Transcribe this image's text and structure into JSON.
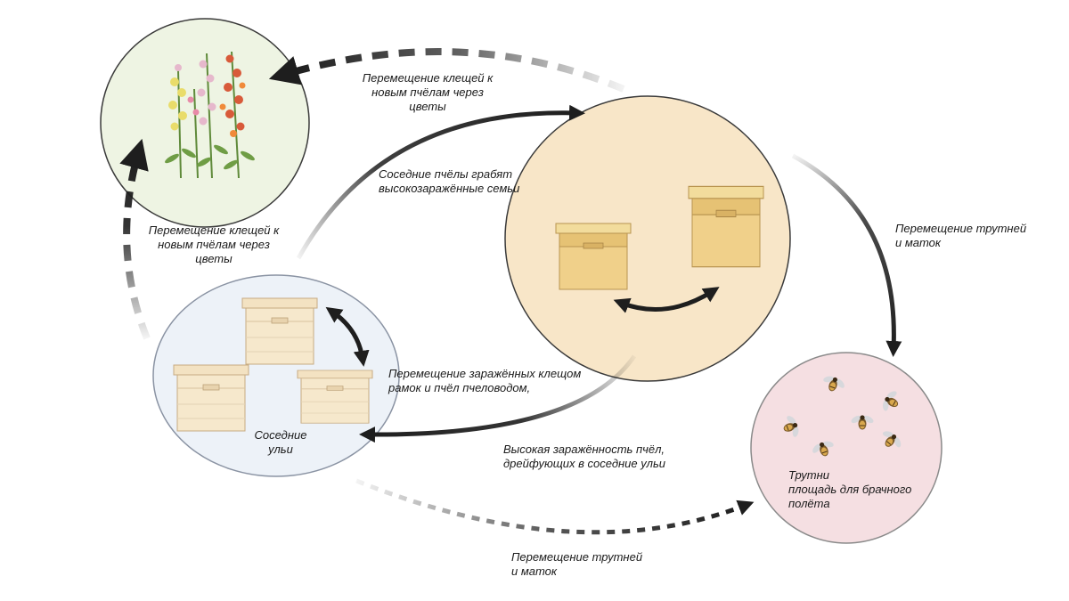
{
  "nodes": {
    "flowers": {
      "name": "flowers"
    },
    "apiary": {
      "name": "apiary"
    },
    "neighbor_hives": {
      "label": "Соседние\nульи"
    },
    "drone_area": {
      "label": "Трутни\nплощадь для брачного\nполёта"
    }
  },
  "edges": {
    "mites_via_flowers_top": "Перемещение клещей к\nновым пчёлам через\nцветы",
    "mites_via_flowers_left": "Перемещение клещей к\nновым пчёлам через\nцветы",
    "robbing": "Соседние пчёлы грабят\nвысокозаражённые семьи",
    "drones_queens_right": "Перемещение трутней\nи маток",
    "frames_by_beekeeper": "Перемещение заражённых клещом\nрамок и пчёл пчеловодом,",
    "drifting": "Высокая заражённость пчёл,\nдрейфующих в соседние ульи",
    "drones_queens_bottom": "Перемещение трутней\nи маток"
  },
  "colors": {
    "flowers_circle": "#eef4e3",
    "apiary_circle": "#f8e6c8",
    "hives_circle": "#edf2f8",
    "drones_circle": "#f5dfe2",
    "arrow": "#1e1e1e",
    "hive_wood": "#f0d08a",
    "hive_light": "#f6e8cc"
  }
}
